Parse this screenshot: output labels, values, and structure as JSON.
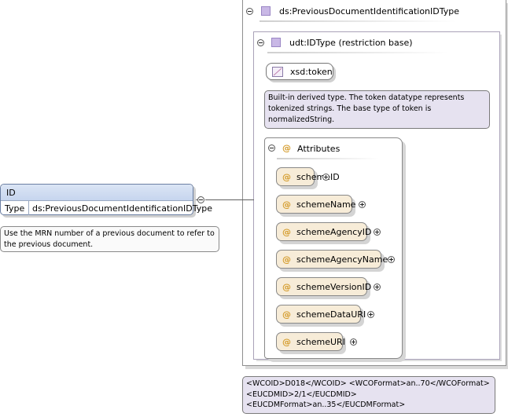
{
  "complex_type": {
    "name": "ds:PreviousDocumentIdentificationIDType"
  },
  "restriction": {
    "label": "udt:IDType (restriction base)"
  },
  "base_type": {
    "name": "xsd:token",
    "doc": [
      "Built-in derived type. The token datatype represents",
      "tokenized strings. The base type of token is",
      "normalizedString."
    ]
  },
  "attributes": {
    "header": "Attributes",
    "items": [
      {
        "label": "schemeID"
      },
      {
        "label": "schemeName"
      },
      {
        "label": "schemeAgencyID"
      },
      {
        "label": "schemeAgencyName"
      },
      {
        "label": "schemeVersionID"
      },
      {
        "label": "schemeDataURI"
      },
      {
        "label": "schemeURI"
      }
    ]
  },
  "element": {
    "name": "ID",
    "type_label": "Type",
    "type_value": "ds:PreviousDocumentIdentificationIDType",
    "doc": [
      "Use the MRN number of a previous document to refer to",
      "the previous document."
    ]
  },
  "annotation": {
    "lines": [
      "<WCOID>D018</WCOID> <WCOFormat>an..70</WCOFormat>",
      "<EUCDMID>2/1</EUCDMID>",
      "<EUCDMFormat>an..35</EUCDMFormat>"
    ]
  }
}
